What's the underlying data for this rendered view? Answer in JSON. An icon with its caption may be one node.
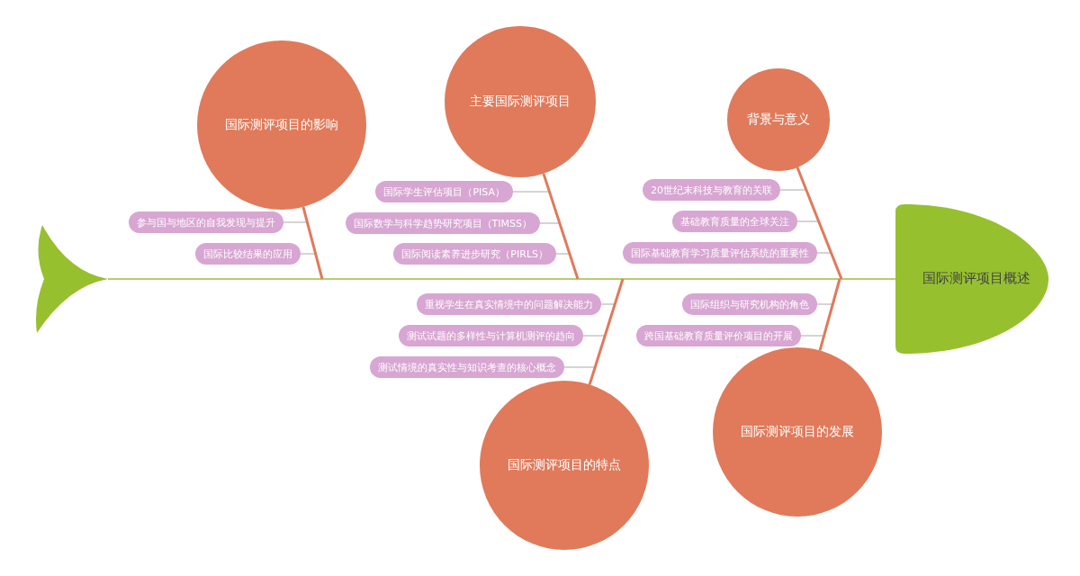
{
  "diagram": {
    "nodes": [
      {
        "text": [],
        "shape": "tail"
      },
      {
        "text": [
          "国际测评项目的影响"
        ]
      },
      {
        "text": [
          "参与国与地区的自我发现与提升"
        ]
      },
      {
        "text": [
          "国际比较结果的应用"
        ]
      },
      {
        "text": [
          "主要国际测评项目"
        ]
      },
      {
        "text": [
          "国际学生评估项目（PISA）"
        ]
      },
      {
        "text": [
          "国际数学与科学趋势研究项目（TIMSS）"
        ]
      },
      {
        "text": [
          "国际阅读素养进步研究（PIRLS）"
        ]
      },
      {
        "text": [
          "背景与意义"
        ]
      },
      {
        "text": [
          "20世纪末科技与教育的关联"
        ]
      },
      {
        "text": [
          "基础教育质量的全球关注"
        ]
      },
      {
        "text": [
          "国际基础教育学习质量评估系统的重要性"
        ]
      },
      {
        "text": [
          "国际测评项目概述"
        ]
      },
      {
        "text": [
          "国际测评项目的特点"
        ]
      },
      {
        "text": [
          "重视学生在真实情境中的问题解决能力"
        ]
      },
      {
        "text": [
          "测试试题的多样性与计算机测评的趋向"
        ]
      },
      {
        "text": [
          "测试情境的真实性与知识考查的核心概念"
        ]
      },
      {
        "text": [
          "国际测评项目的发展"
        ]
      },
      {
        "text": [
          "国际组织与研究机构的角色"
        ]
      },
      {
        "text": [
          "跨国基础教育质量评价项目的开展"
        ]
      }
    ],
    "edges": [
      {
        "from": 0,
        "to": 12,
        "arrow": "none",
        "color": "#9dc03a"
      },
      {
        "from": 1,
        "to": null,
        "arrow": "none",
        "style": "thick"
      },
      {
        "from": 4,
        "to": null,
        "arrow": "none",
        "style": "thick"
      },
      {
        "from": 8,
        "to": null,
        "arrow": "none",
        "style": "thick"
      },
      {
        "from": 13,
        "to": null,
        "arrow": "none",
        "style": "thick"
      },
      {
        "from": 17,
        "to": null,
        "arrow": "none",
        "style": "thick"
      },
      {
        "from": 2,
        "to": 1,
        "arrow": "none"
      },
      {
        "from": 3,
        "to": 1,
        "arrow": "none"
      },
      {
        "from": 5,
        "to": 4,
        "arrow": "none"
      },
      {
        "from": 6,
        "to": 4,
        "arrow": "none"
      },
      {
        "from": 7,
        "to": 4,
        "arrow": "none"
      },
      {
        "from": 9,
        "to": 8,
        "arrow": "none"
      },
      {
        "from": 10,
        "to": 8,
        "arrow": "none"
      },
      {
        "from": 11,
        "to": 8,
        "arrow": "none"
      },
      {
        "from": 14,
        "to": 13,
        "arrow": "none"
      },
      {
        "from": 15,
        "to": 13,
        "arrow": "none"
      },
      {
        "from": 16,
        "to": 13,
        "arrow": "none"
      },
      {
        "from": 18,
        "to": 17,
        "arrow": "none"
      },
      {
        "from": 19,
        "to": 17,
        "arrow": "none"
      }
    ]
  }
}
